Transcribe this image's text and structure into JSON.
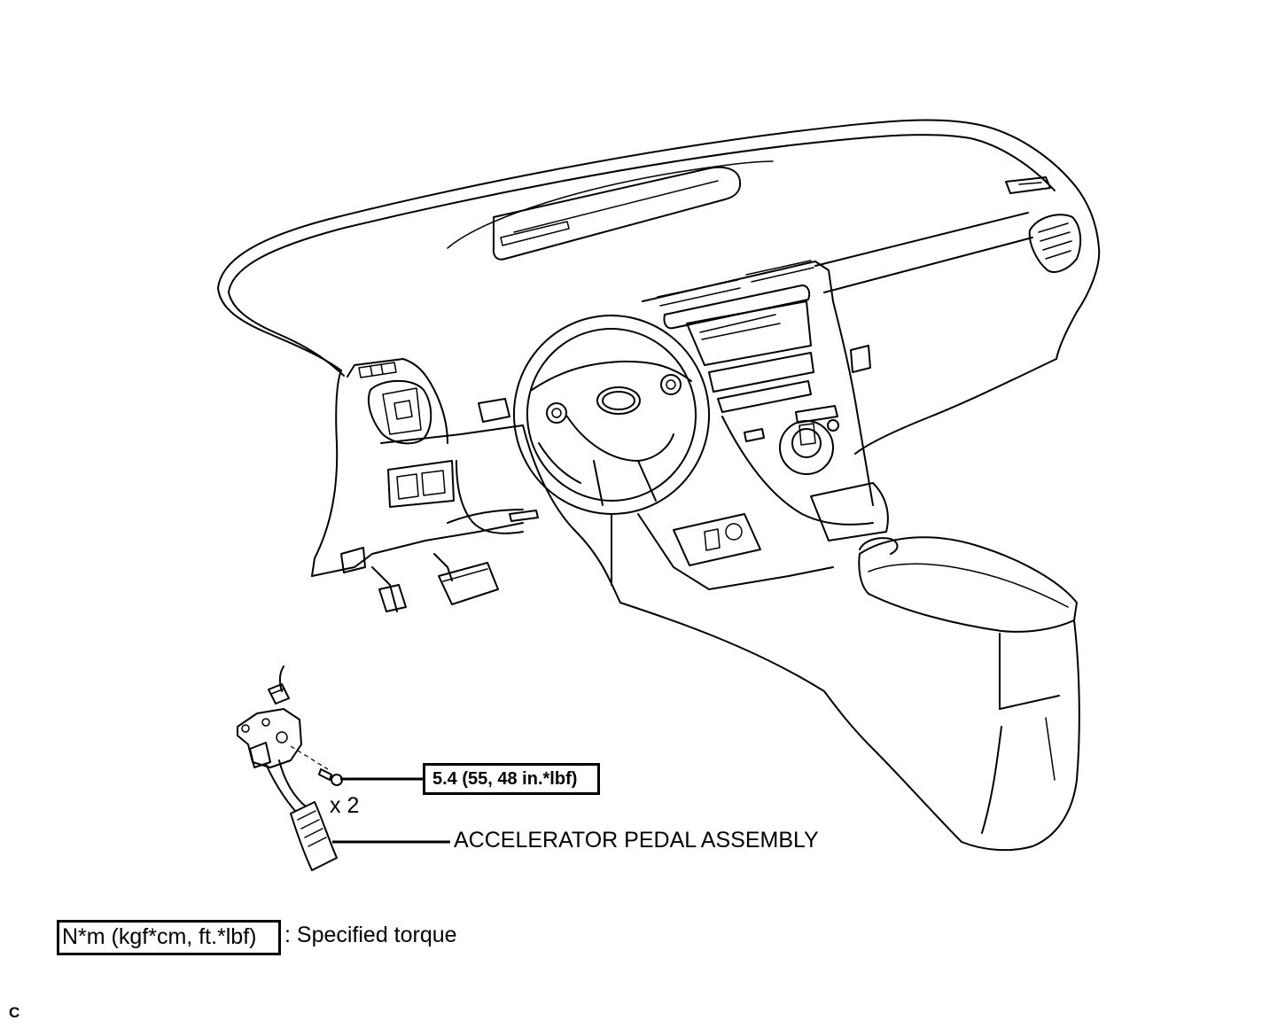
{
  "callouts": {
    "torque_spec": "5.4 (55, 48 in.*lbf)",
    "quantity": "x 2",
    "part_name": "ACCELERATOR PEDAL ASSEMBLY"
  },
  "legend": {
    "units": "N*m (kgf*cm, ft.*lbf)",
    "description": ": Specified torque"
  },
  "corner_mark": "C"
}
